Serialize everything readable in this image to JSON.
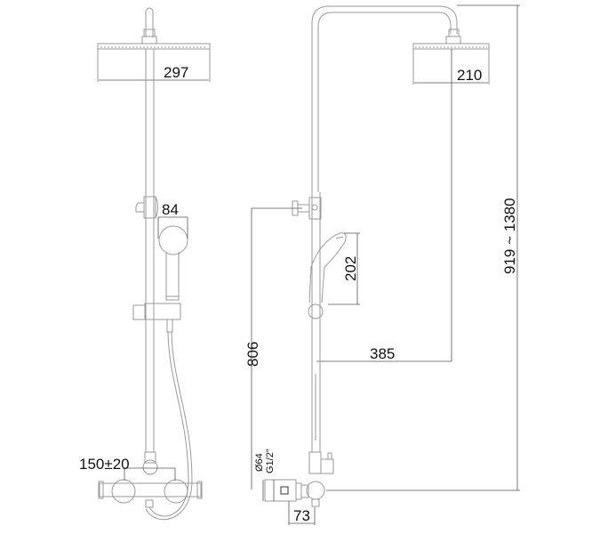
{
  "drawing": {
    "title": "Shower column technical drawing",
    "views": [
      "front-view",
      "side-view"
    ],
    "colors": {
      "line": "#9a9a9a",
      "dimension": "#555555",
      "text": "#111111",
      "background": "#ffffff"
    }
  },
  "front_view": {
    "dimensions": {
      "head_width": "297",
      "hand_shower_width": "84",
      "mixer_centers": "150±20"
    }
  },
  "side_view": {
    "dimensions": {
      "head_width": "210",
      "hand_shower_length": "202",
      "arm_reach": "385",
      "slider_height": "806",
      "total_height": "919 ~ 1380",
      "flange_diameter": "Ø64",
      "thread": "G1/2\"",
      "wall_offset": "73"
    }
  }
}
